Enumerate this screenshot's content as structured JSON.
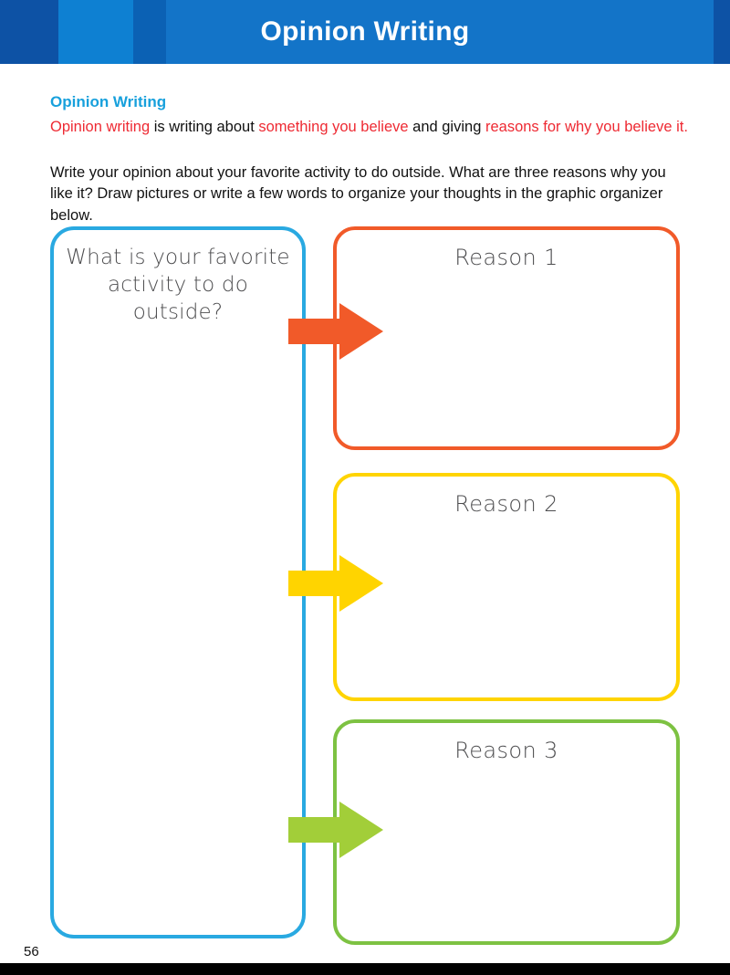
{
  "header": {
    "title": "Opinion Writing",
    "bar_color": "#1374c8"
  },
  "content": {
    "subheading": "Opinion Writing",
    "intro_segments": [
      {
        "text": "Opinion writing"
      },
      {
        "text": " is writing about "
      },
      {
        "text": "something you believe"
      },
      {
        "text": " and giving "
      },
      {
        "text": "reasons for why you believe it."
      }
    ],
    "instructions": "Write your opinion about your favorite activity to do outside. What are three reasons why you like it? Draw pictures or write a few words to organize your thoughts in the graphic organizer below."
  },
  "organizer": {
    "prompt": "What is your favorite activity to do outside?",
    "prompt_border_color": "#29a9e1",
    "reasons": [
      {
        "label": "Reason 1",
        "border_color": "#f15a29",
        "arrow_color": "#f15a29"
      },
      {
        "label": "Reason 2",
        "border_color": "#ffd400",
        "arrow_color": "#ffd400"
      },
      {
        "label": "Reason 3",
        "border_color": "#7dc242",
        "arrow_color": "#a2ce39"
      }
    ]
  },
  "footer": {
    "page_number": "56"
  }
}
